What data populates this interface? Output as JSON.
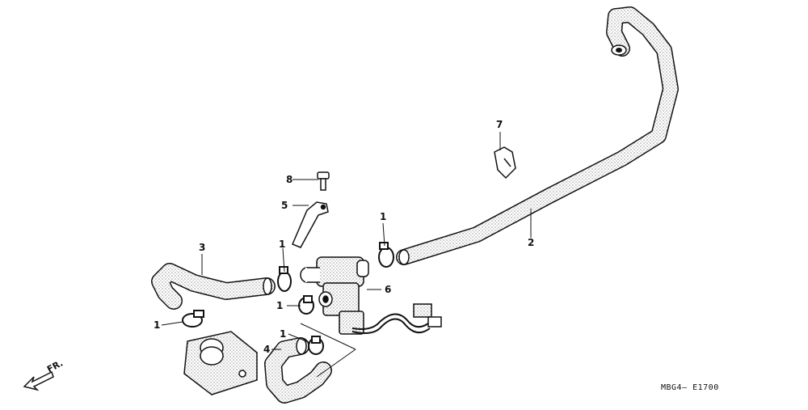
{
  "callouts": {
    "c1": "1",
    "c2": "1",
    "c3": "1",
    "c4": "1",
    "c2_hose": "2",
    "c3_hose": "3",
    "c4_hose": "4",
    "c5": "5",
    "c6": "6",
    "c7": "7",
    "c8": "8"
  },
  "front_label": "FR.",
  "diagram_code": "MBG4– E1700"
}
